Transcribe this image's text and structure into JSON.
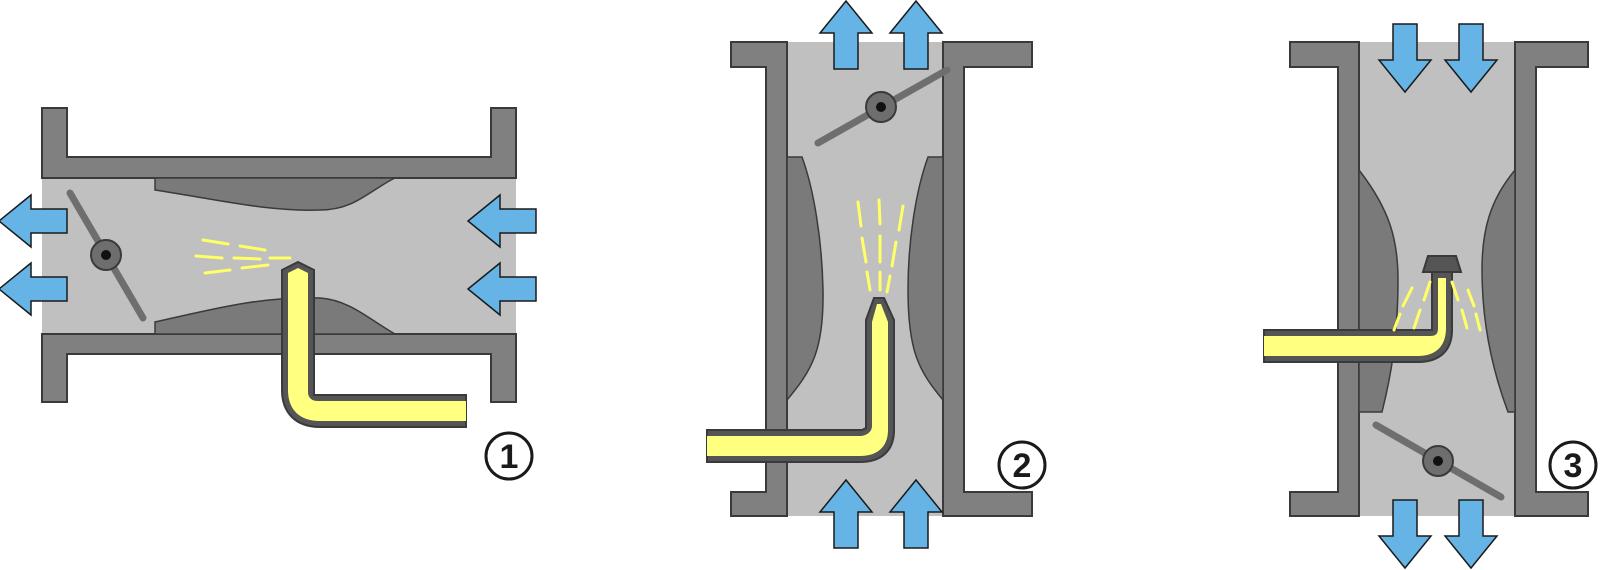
{
  "colors": {
    "housing": "#808080",
    "housing_stroke": "#3a3a3a",
    "channel": "#c0c0c0",
    "venturi": "#7a7a7a",
    "fuel": "#ffff80",
    "fuel_stroke": "#3a3a3a",
    "spray": "#ffff66",
    "airflow": "#66b3e6",
    "airflow_stroke": "#1a1a1a",
    "throttle": "#6e6e6e"
  },
  "icons": {
    "airflow": "arrow-icon",
    "throttle": "butterfly-valve-icon",
    "fuel": "fuel-nozzle-icon"
  },
  "diagrams": [
    {
      "id": "1",
      "label": "1",
      "orientation": "horizontal",
      "flow": "right-to-left"
    },
    {
      "id": "2",
      "label": "2",
      "orientation": "vertical",
      "flow": "bottom-to-top"
    },
    {
      "id": "3",
      "label": "3",
      "orientation": "vertical",
      "flow": "top-to-bottom"
    }
  ]
}
